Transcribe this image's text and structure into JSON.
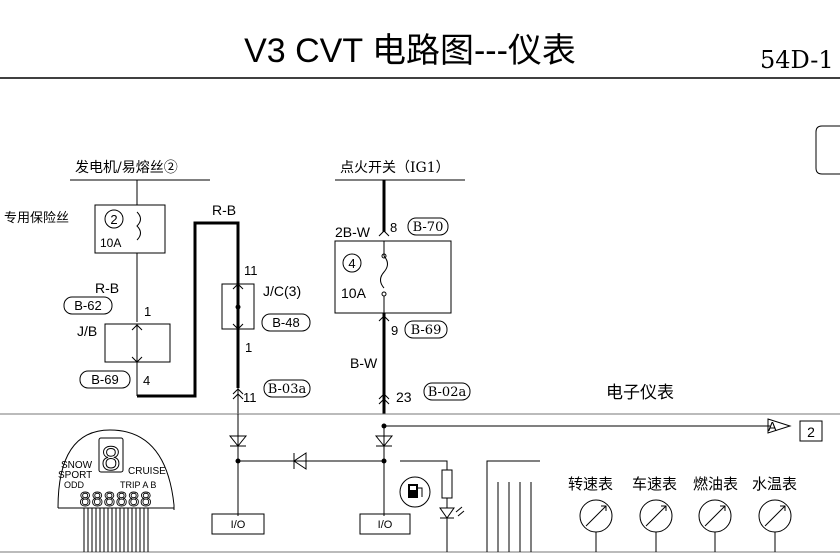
{
  "header": {
    "title": "V3  CVT  电路图---仪表",
    "page_code": "54D-1"
  },
  "power": {
    "generator_fuse": "发电机/易熔丝②",
    "ignition_switch": "点火开关（IG1）",
    "dedicated_fuse": "专用保险丝"
  },
  "fuse_left": {
    "number": "2",
    "rating": "10A"
  },
  "fuse_right": {
    "number": "4",
    "rating": "10A"
  },
  "wires": {
    "rb_top": "R-B",
    "rb_left": "R-B",
    "w2b": "2B-W",
    "bw": "B-W"
  },
  "pins": {
    "p1_left": "1",
    "p4_left": "4",
    "p11_top": "11",
    "p1_mid": "1",
    "p11_bot": "11",
    "p8": "8",
    "p9": "9",
    "p23": "23",
    "p2_arrow": "2"
  },
  "labels": {
    "jb": "J/B",
    "jc": "J/C(3)",
    "cluster": "电子仪表",
    "arrow_ref": "A",
    "io_left": "I/O",
    "io_right": "I/O"
  },
  "connectors": {
    "b62": "B-62",
    "b69_left": "B-69",
    "b48": "B-48",
    "b03a": "B-03a",
    "b70": "B-70",
    "b69_right": "B-69",
    "b02a": "B-02a"
  },
  "gauges": {
    "tacho": "转速表",
    "speedo": "车速表",
    "fuel": "燃油表",
    "temp": "水温表"
  },
  "display": {
    "snow": "SNOW",
    "sport": "SPORT",
    "cruise": "CRUISE",
    "odd": "ODD",
    "trip": "TRIP A  B",
    "digits": "888888",
    "gear": "8"
  },
  "colors": {
    "wire": "#000000",
    "frame": "#777777"
  }
}
